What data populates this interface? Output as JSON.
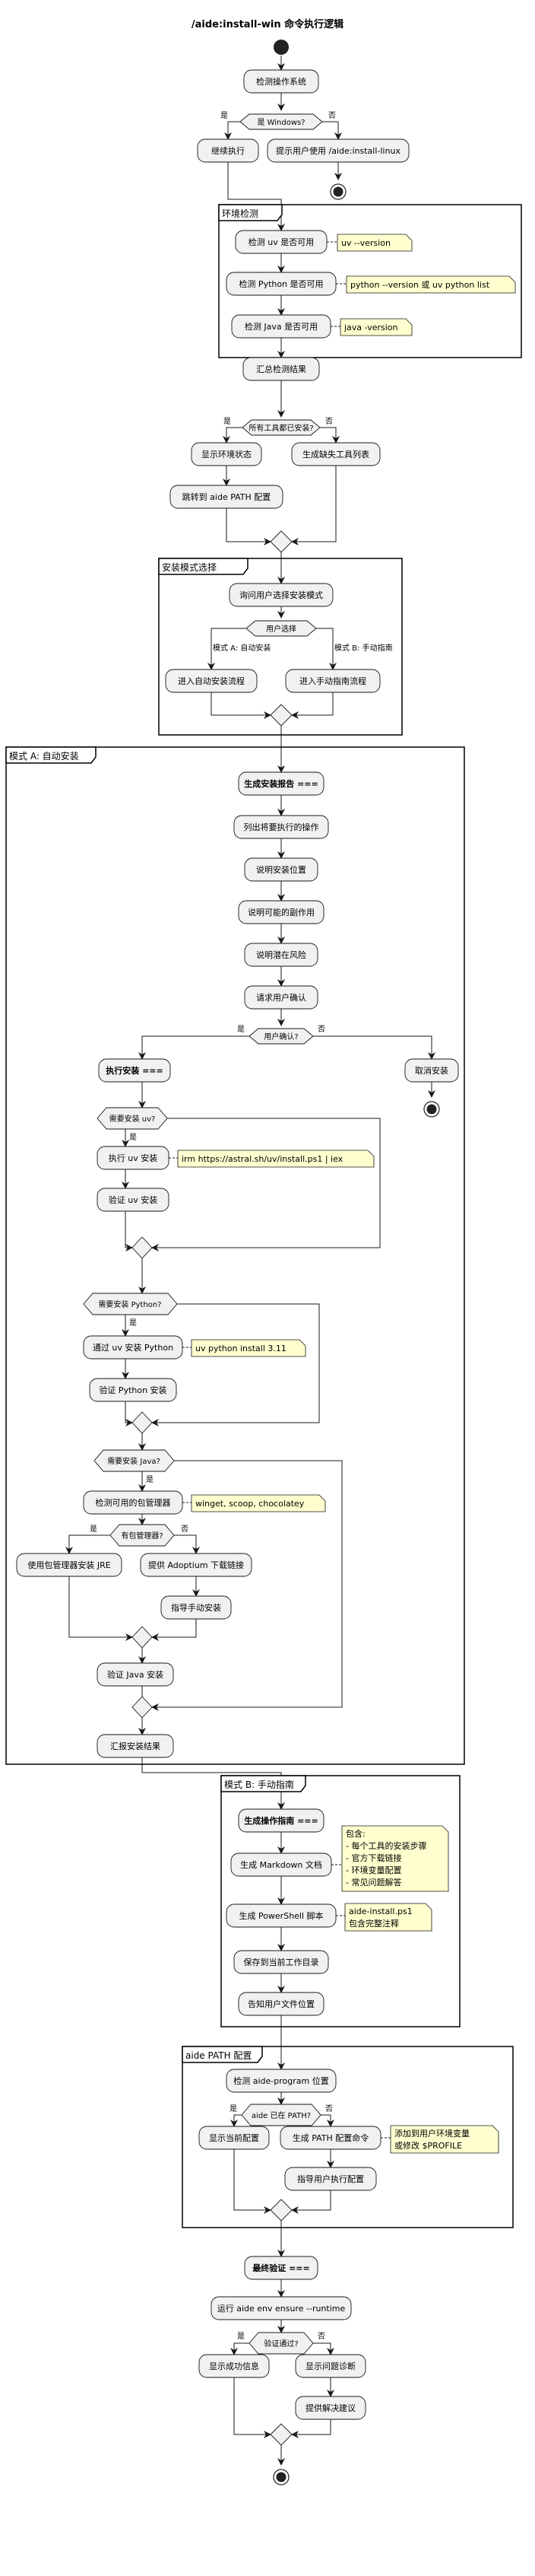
{
  "title": "/aide:install-win 命令执行逻辑",
  "nodes": {
    "detect_os": "检测操作系统",
    "is_windows": "是 Windows?",
    "yes": "是",
    "no": "否",
    "continue": "继续执行",
    "linux_hint": "提示用户使用 /aide:install-linux",
    "env_partition": "环境检测",
    "check_uv": "检测 uv 是否可用",
    "note_uv": "uv --version",
    "check_python": "检测 Python 是否可用",
    "note_python": "python --version 或 uv python list",
    "check_java": "检测 Java 是否可用",
    "note_java": "java -version",
    "summary_detect": "汇总检测结果",
    "all_installed": "所有工具都已安装?",
    "show_env": "显示环境状态",
    "gen_missing": "生成缺失工具列表",
    "jump_path": "跳转到 aide PATH 配置",
    "mode_partition": "安装模式选择",
    "ask_mode": "询问用户选择安装模式",
    "user_choice": "用户选择",
    "mode_a_label": "模式 A: 自动安装",
    "mode_b_label": "模式 B: 手动指南",
    "enter_auto": "进入自动安装流程",
    "enter_manual": "进入手动指南流程",
    "auto_partition": "模式 A: 自动安装",
    "gen_report": "生成安装报告 ===",
    "list_ops": "列出将要执行的操作",
    "explain_location": "说明安装位置",
    "explain_side": "说明可能的副作用",
    "explain_risk": "说明潜在风险",
    "request_confirm": "请求用户确认",
    "user_confirm": "用户确认?",
    "cancel_install": "取消安装",
    "exec_install": "执行安装 ===",
    "need_uv": "需要安装 uv?",
    "exec_uv": "执行 uv 安装",
    "note_irm": "irm https://astral.sh/uv/install.ps1 | iex",
    "verify_uv": "验证 uv 安装",
    "need_python": "需要安装 Python?",
    "install_python": "通过 uv 安装 Python",
    "note_uv_python": "uv python install 3.11",
    "verify_python": "验证 Python 安装",
    "need_java": "需要安装 Java?",
    "detect_pm": "检测可用的包管理器",
    "note_pm": "winget, scoop, chocolatey",
    "has_pm": "有包管理器?",
    "use_pm": "使用包管理器安装 JRE",
    "adoptium": "提供 Adoptium 下载链接",
    "guide_manual": "指导手动安装",
    "verify_java": "验证 Java 安装",
    "report_result": "汇报安装结果",
    "manual_partition": "模式 B: 手动指南",
    "gen_guide": "生成操作指南 ===",
    "gen_markdown": "生成 Markdown 文档",
    "note_md": [
      "包含:",
      "- 每个工具的安装步骤",
      "- 官方下载链接",
      "- 环境变量配置",
      "- 常见问题解答"
    ],
    "gen_ps": "生成 PowerShell 脚本",
    "note_ps": [
      "aide-install.ps1",
      "包含完整注释"
    ],
    "save_dir": "保存到当前工作目录",
    "tell_location": "告知用户文件位置",
    "path_partition": "aide PATH 配置",
    "check_program": "检测 aide-program 位置",
    "in_path": "aide 已在 PATH?",
    "show_config": "显示当前配置",
    "gen_path_cmd": "生成 PATH 配置命令",
    "note_path": [
      "添加到用户环境变量",
      "或修改 $PROFILE"
    ],
    "guide_user": "指导用户执行配置",
    "final_verify": "最终验证 ===",
    "run_ensure": "运行 aide env ensure --runtime",
    "verify_pass": "验证通过?",
    "show_success": "显示成功信息",
    "show_diagnose": "显示问题诊断",
    "give_advice": "提供解决建议"
  }
}
